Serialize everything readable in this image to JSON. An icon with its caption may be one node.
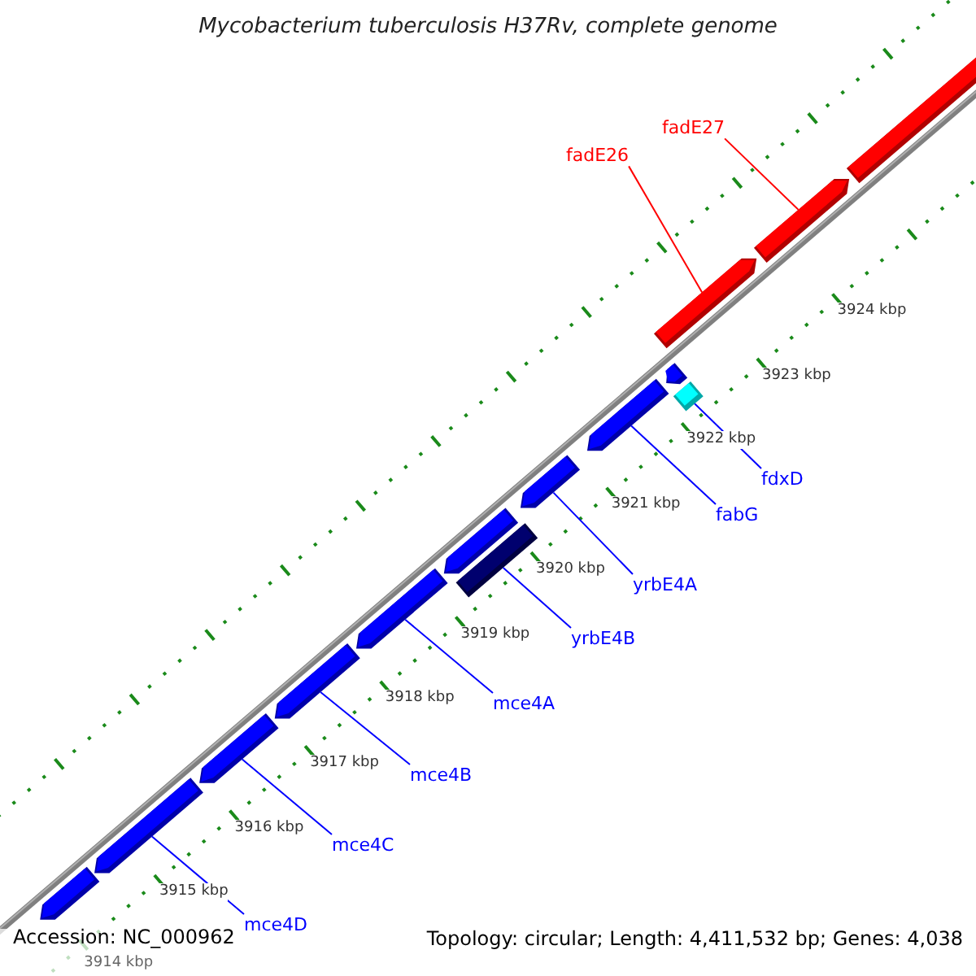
{
  "diagram": {
    "title": "Mycobacterium tuberculosis H37Rv, complete genome",
    "nodes": [
      {
        "text": [
          "fadE27"
        ]
      },
      {
        "text": [
          "fadE26"
        ]
      },
      {
        "text": [
          "fdxD"
        ]
      },
      {
        "text": [
          "fabG"
        ]
      },
      {
        "text": [
          "yrbE4A"
        ]
      },
      {
        "text": [
          "yrbE4B"
        ]
      },
      {
        "text": [
          "mce4A"
        ]
      },
      {
        "text": [
          "mce4B"
        ]
      },
      {
        "text": [
          "mce4C"
        ]
      },
      {
        "text": [
          "mce4D"
        ]
      },
      {
        "text": [],
        "shape": "bar"
      },
      {
        "text": [],
        "shape": "bar"
      },
      {
        "text": [],
        "shape": "bar"
      },
      {
        "text": [],
        "shape": "bar"
      },
      {
        "text": [],
        "shape": "bar"
      },
      {
        "text": [],
        "shape": "bar"
      },
      {
        "text": [],
        "shape": "box"
      },
      {
        "text": [],
        "shape": "bar"
      },
      {
        "text": [],
        "shape": "bar"
      },
      {
        "text": [],
        "shape": "bar"
      },
      {
        "text": [],
        "shape": "bar"
      },
      {
        "text": [],
        "shape": "box"
      },
      {
        "text": [],
        "shape": "bar"
      },
      {
        "text": [],
        "shape": "bar"
      }
    ],
    "edges": [
      {
        "from": 0,
        "to": 22,
        "arrow": "none",
        "color": "#ff0000"
      },
      {
        "from": 1,
        "to": 19,
        "arrow": "none",
        "color": "#ff0000"
      },
      {
        "from": 2,
        "to": 21,
        "arrow": "none"
      },
      {
        "from": 3,
        "to": 18,
        "arrow": "none"
      },
      {
        "from": 4,
        "to": 17,
        "arrow": "none"
      },
      {
        "from": 5,
        "to": 16,
        "arrow": "none"
      },
      {
        "from": 6,
        "to": 14,
        "arrow": "none"
      },
      {
        "from": 7,
        "to": 13,
        "arrow": "none"
      },
      {
        "from": 8,
        "to": 12,
        "arrow": "none"
      },
      {
        "from": 9,
        "to": 11,
        "arrow": "none"
      }
    ],
    "labels": [
      "3924 kbp",
      "3923 kbp",
      "3922 kbp",
      "3921 kbp",
      "3920 kbp",
      "3919 kbp",
      "3918 kbp",
      "3917 kbp",
      "3916 kbp",
      "3915 kbp",
      "3914 kbp",
      "Accession: NC_000962",
      "Topology: circular; Length: 4,411,532 bp; Genes: 4,038"
    ]
  }
}
